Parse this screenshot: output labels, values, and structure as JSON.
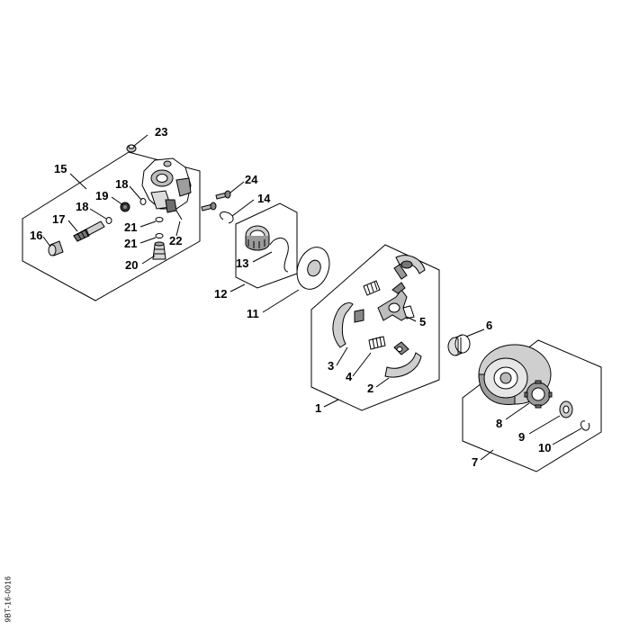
{
  "diagram": {
    "code": "9BT-16-0016"
  },
  "callouts": [
    {
      "id": "1",
      "label": "1"
    },
    {
      "id": "2",
      "label": "2"
    },
    {
      "id": "3",
      "label": "3"
    },
    {
      "id": "4",
      "label": "4"
    },
    {
      "id": "5",
      "label": "5"
    },
    {
      "id": "6",
      "label": "6"
    },
    {
      "id": "7",
      "label": "7"
    },
    {
      "id": "8",
      "label": "8"
    },
    {
      "id": "9",
      "label": "9"
    },
    {
      "id": "10",
      "label": "10"
    },
    {
      "id": "11",
      "label": "11"
    },
    {
      "id": "12",
      "label": "12"
    },
    {
      "id": "13",
      "label": "13"
    },
    {
      "id": "14",
      "label": "14"
    },
    {
      "id": "15",
      "label": "15"
    },
    {
      "id": "16",
      "label": "16"
    },
    {
      "id": "17",
      "label": "17"
    },
    {
      "id": "18a",
      "label": "18"
    },
    {
      "id": "18b",
      "label": "18"
    },
    {
      "id": "19",
      "label": "19"
    },
    {
      "id": "20",
      "label": "20"
    },
    {
      "id": "21a",
      "label": "21"
    },
    {
      "id": "21b",
      "label": "21"
    },
    {
      "id": "22",
      "label": "22"
    },
    {
      "id": "23",
      "label": "23"
    },
    {
      "id": "24",
      "label": "24"
    }
  ]
}
